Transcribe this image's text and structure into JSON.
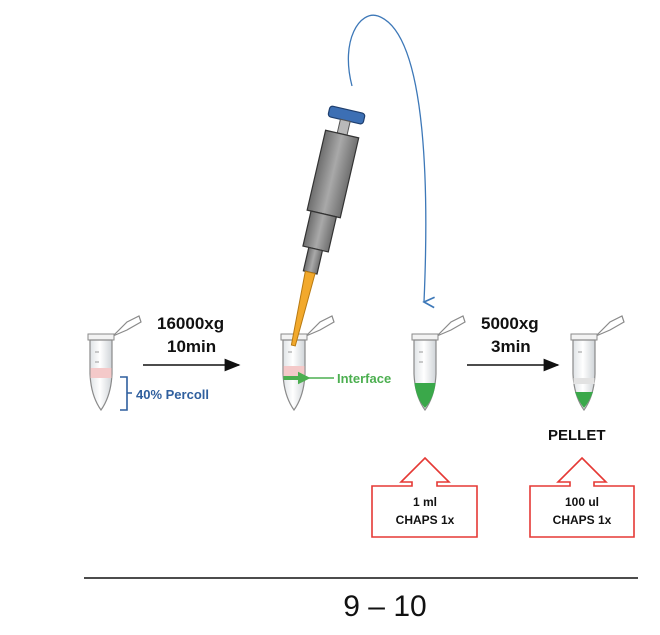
{
  "labels": {
    "step1_force": "16000xg",
    "step1_time": "10min",
    "percoll": "40%  Percoll",
    "interface": "Interface",
    "step2_force": "5000xg",
    "step2_time": "3min",
    "pellet": "PELLET",
    "box1_line1": "1 ml",
    "box1_line2": "CHAPS 1x",
    "box2_line1": "100 ul",
    "box2_line2": "CHAPS 1x",
    "page_number": "9 – 10"
  },
  "colors": {
    "percoll_layer": "#f4c9c9",
    "interface_green": "#4caf50",
    "fraction_green": "#3aa84a",
    "arrow_blue": "#3d78b8",
    "callout_red": "#e53935",
    "pipette_tip": "#f2a92c",
    "pipette_plunger": "#3c6fb4",
    "pipette_body": "#8e8e8e"
  }
}
